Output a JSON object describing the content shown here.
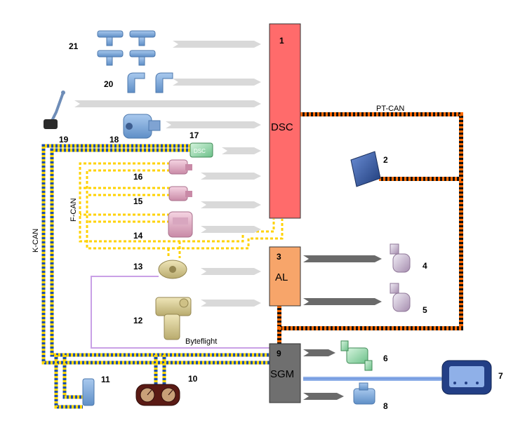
{
  "blocks": {
    "dsc": {
      "number": "1",
      "label": "DSC"
    },
    "al": {
      "number": "3",
      "label": "AL"
    },
    "sgm": {
      "number": "9",
      "label": "SGM"
    },
    "dsc_sensor_label": "DSC"
  },
  "bus_labels": {
    "pt_can": "PT-CAN",
    "k_can": "K-CAN",
    "f_can": "F-CAN",
    "byteflight": "Byteflight"
  },
  "component_numbers": {
    "n2": "2",
    "n4": "4",
    "n5": "5",
    "n6": "6",
    "n7": "7",
    "n8": "8",
    "n10": "10",
    "n11": "11",
    "n12": "12",
    "n13": "13",
    "n14": "14",
    "n15": "15",
    "n16": "16",
    "n17": "17",
    "n18": "18",
    "n19": "19",
    "n20": "20",
    "n21": "21"
  },
  "colors": {
    "dsc_block": "#ff6b6b",
    "al_block": "#f7a56a",
    "sgm_block": "#6f6f6f",
    "pt_can_bus": "#ff6a00",
    "k_can_bus": "#ffd700",
    "k_can_alt": "#1f4fa8",
    "f_can_bus": "#ffd200",
    "byteflight": "#c9a0e6",
    "input_arrow": "#d8d8d8",
    "output_arrow": "#6a6a6a",
    "diag_arrow": "#8fb0e8"
  }
}
